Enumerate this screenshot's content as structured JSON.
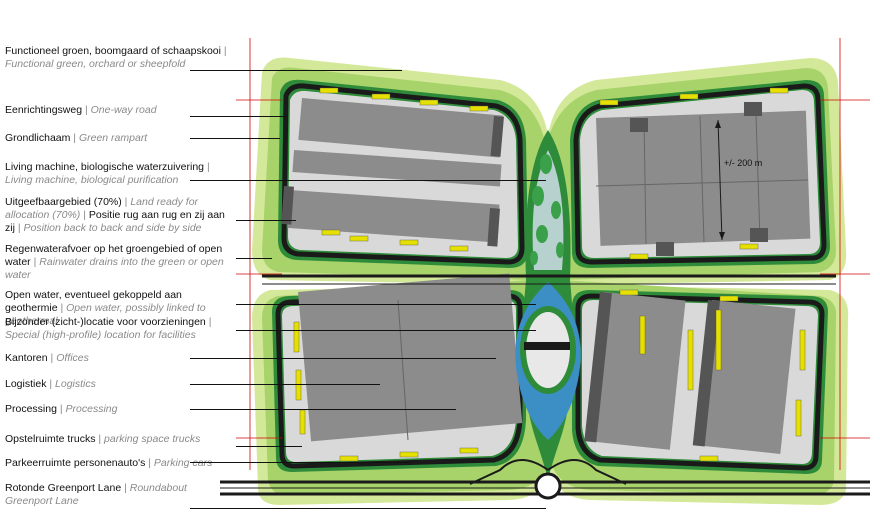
{
  "labels": [
    {
      "id": "functional-green",
      "nl": "Functioneel groen, boomgaard of schaapskooi",
      "en": "Functional green, orchard or sheepfold"
    },
    {
      "id": "one-way-road",
      "nl": "Eenrichtingsweg",
      "en": "One-way road"
    },
    {
      "id": "green-rampart",
      "nl": "Grondlichaam",
      "en": "Green rampart"
    },
    {
      "id": "living-machine",
      "nl": "Living machine, biologische waterzuivering",
      "en": "Living machine, biological purification"
    },
    {
      "id": "land-allocation",
      "nl": "Uitgeefbaargebied (70%)",
      "en": "Land ready for allocation (70%)",
      "nl2": "Positie rug aan rug en zij aan zij",
      "en2": "Position back to back and side by side"
    },
    {
      "id": "rainwater",
      "nl": "Regenwaterafvoer op het groengebied of open water",
      "en": "Rainwater drains into the green or open water"
    },
    {
      "id": "open-water",
      "nl": "Open water, eventueel gekoppeld aan geothermie",
      "en": "Open water, possibly linked to geothermal"
    },
    {
      "id": "special-location",
      "nl": "Bijzonder (zicht-)locatie voor voorzieningen",
      "en": "Special (high-profile) location for facilities"
    },
    {
      "id": "offices",
      "nl": "Kantoren",
      "en": "Offices"
    },
    {
      "id": "logistics",
      "nl": "Logistiek",
      "en": "Logistics"
    },
    {
      "id": "processing",
      "nl": "Processing",
      "en": "Processing"
    },
    {
      "id": "truck-parking",
      "nl": "Opstelruimte trucks",
      "en": "parking space trucks"
    },
    {
      "id": "car-parking",
      "nl": "Parkeerruimte personenauto's",
      "en": "Parking cars"
    },
    {
      "id": "roundabout",
      "nl": "Rotonde Greenport Lane",
      "en": "Roundabout Greenport Lane"
    }
  ],
  "dimension": "+/- 200 m",
  "colors": {
    "outer_green": "#d4e89a",
    "mid_green": "#a8d36a",
    "dark_green": "#2e8b3a",
    "road": "#1a1a1a",
    "plot": "#d9d9d9",
    "building": "#8c8c8c",
    "water": "#3b8fc4",
    "parking": "#e6e000",
    "grid_red": "#d40000"
  }
}
